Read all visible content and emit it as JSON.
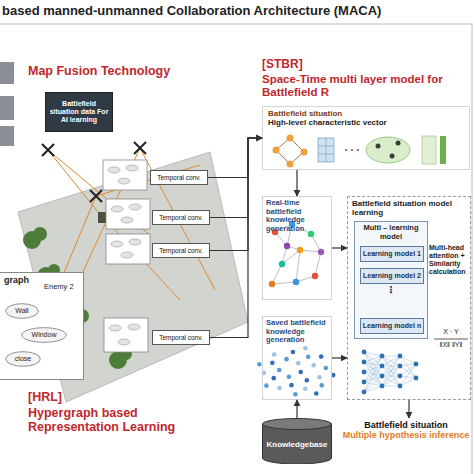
{
  "diagram": {
    "title": "based manned-unmanned Collaboration Architecture (MACA)",
    "nodes": [
      {
        "text": [
          "Battlefield situation data For AI learning"
        ]
      },
      {
        "text": [
          "Temporal conv."
        ]
      },
      {
        "text": [
          "Temporal conv."
        ]
      },
      {
        "text": [
          "Temporal conv."
        ]
      },
      {
        "text": [
          "graph"
        ]
      },
      {
        "text": [
          "Wall"
        ],
        "in": 4
      },
      {
        "text": [
          "Window"
        ],
        "in": 4
      },
      {
        "text": [
          "close"
        ],
        "in": 4
      },
      {
        "text": [
          "Temporal conv."
        ]
      },
      {
        "text": [
          "Battlefield situation",
          "High-level characteristic vector"
        ]
      },
      {
        "text": [
          "Real-time battlefield knowledge generation"
        ]
      },
      {
        "text": [
          "Battlefield situation model learning"
        ]
      },
      {
        "text": [
          "Multi – learning model"
        ],
        "in": 11
      },
      {
        "text": [
          "Learning model 1"
        ],
        "in": 12
      },
      {
        "text": [
          "Learning model 2"
        ],
        "in": 12
      },
      {
        "text": [
          "Learning model n"
        ],
        "in": 12
      },
      {
        "text": [
          "Saved battlefield knowledge generation"
        ]
      },
      {
        "text": [
          "Knowledgebase"
        ]
      },
      {
        "text": [
          "Battlefield situation",
          "Multiple hypothesis inference"
        ]
      }
    ],
    "edges": [
      {
        "from": 1,
        "to": 9,
        "arrow": "to"
      },
      {
        "from": 2,
        "to": 9,
        "arrow": "to"
      },
      {
        "from": 3,
        "to": 9,
        "arrow": "to"
      },
      {
        "from": 8,
        "to": 9,
        "arrow": "to"
      },
      {
        "from": 9,
        "to": 10,
        "arrow": "to"
      },
      {
        "from": 10,
        "to": 11,
        "arrow": "to"
      },
      {
        "from": 16,
        "to": 11,
        "arrow": "to"
      },
      {
        "from": 17,
        "to": 16,
        "arrow": "to"
      },
      {
        "from": 11,
        "to": 18,
        "arrow": "to"
      }
    ],
    "labels": [
      "Map Fusion Technology",
      "[STBR]",
      "Space-Time multi layer model for Battlefield R",
      "Enemy 2",
      "⋮",
      "Multi-head attention + Similarity calculation",
      "X · Y",
      "‖X‖ ‖Y‖",
      "[HRL]",
      "Hypergraph based Representation Learning"
    ]
  }
}
